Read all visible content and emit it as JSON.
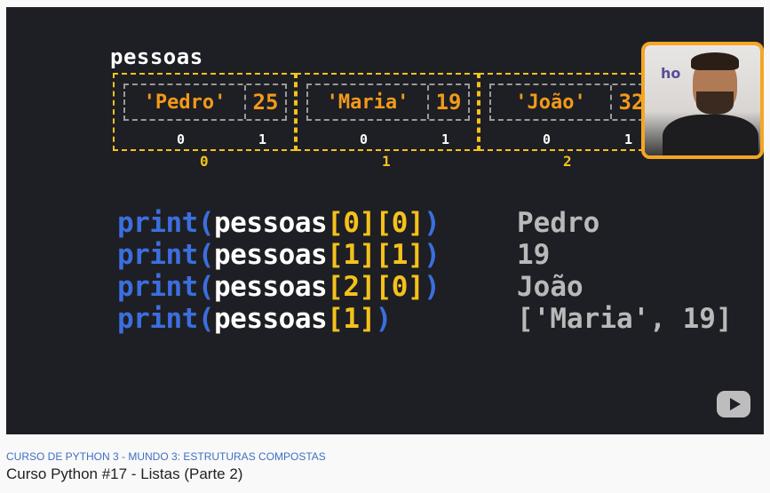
{
  "video": {
    "list_var": "pessoas",
    "items": [
      {
        "name": "'Pedro'",
        "age": "25",
        "sub_index": [
          "0",
          "1"
        ],
        "index": "0"
      },
      {
        "name": "'Maria'",
        "age": "19",
        "sub_index": [
          "0",
          "1"
        ],
        "index": "1"
      },
      {
        "name": "'João'",
        "age": "32",
        "sub_index": [
          "0",
          "1"
        ],
        "index": "2"
      }
    ],
    "code_lines": [
      {
        "fn": "print",
        "open": "(",
        "var": "pessoas",
        "idx": "[0][0]",
        "close": ")",
        "output": "Pedro"
      },
      {
        "fn": "print",
        "open": "(",
        "var": "pessoas",
        "idx": "[1][1]",
        "close": ")",
        "output": "19"
      },
      {
        "fn": "print",
        "open": "(",
        "var": "pessoas",
        "idx": "[2][0]",
        "close": ")",
        "output": "João"
      },
      {
        "fn": "print",
        "open": "(",
        "var": "pessoas",
        "idx": "[1]",
        "close": ")",
        "output": "['Maria', 19]"
      }
    ],
    "camera_logo": "ho",
    "player_icon": "youtube-play-icon"
  },
  "meta": {
    "category": "CURSO DE PYTHON 3 - MUNDO 3: ESTRUTURAS COMPOSTAS",
    "title": "Curso Python #17 - Listas (Parte 2)"
  },
  "colors": {
    "background": "#1e1f24",
    "keyword": "#3b6fe0",
    "index": "#f5c21b",
    "string": "#f29a1a",
    "output": "#b9b9b9"
  }
}
